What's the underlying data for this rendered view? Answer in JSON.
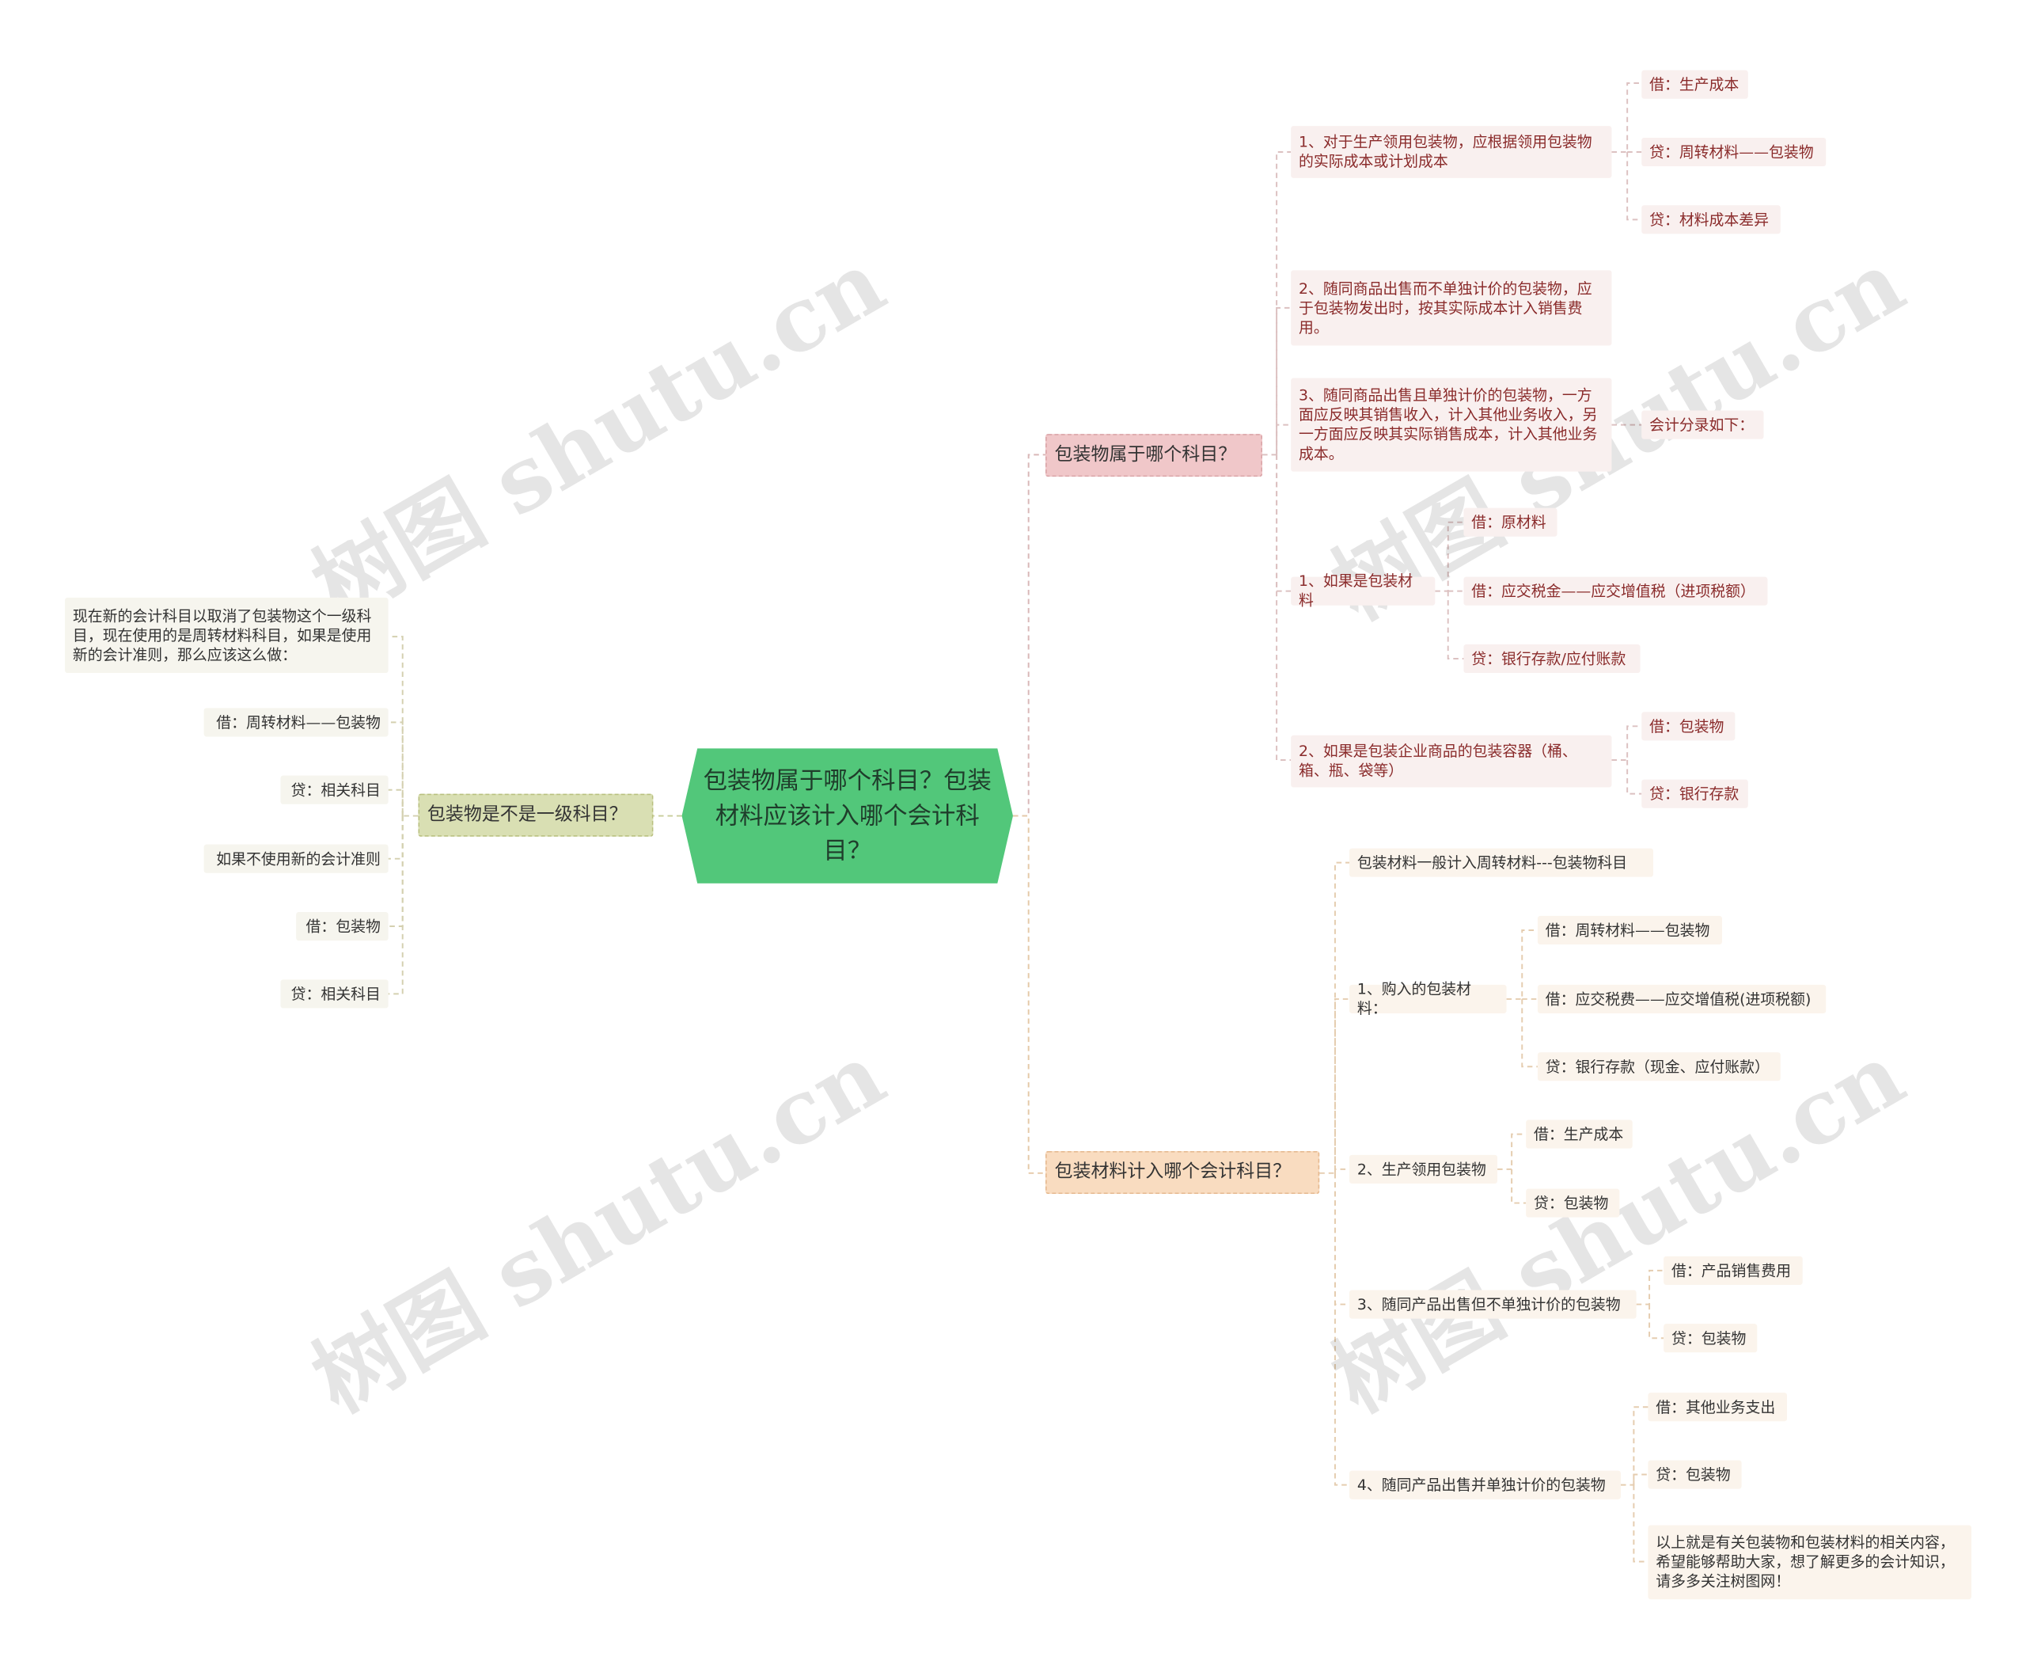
{
  "root": {
    "title": "包装物属于哪个科目？包装材料应该计入哪个会计科目？"
  },
  "watermark": {
    "text": "树图 shutu.cn"
  },
  "colors": {
    "root": "#52c77a",
    "branch1": "#f0c7c9",
    "branch2": "#f9dcc0",
    "branch3": "#d9dfb3",
    "connector": "#d9c7b0"
  },
  "branch1": {
    "label": "包装物属于哪个科目？",
    "items": [
      {
        "label": "1、对于生产领用包装物，应根据领用包装物的实际成本或计划成本",
        "children": [
          "借：生产成本",
          "贷：周转材料——包装物",
          "贷：材料成本差异"
        ]
      },
      {
        "label": "2、随同商品出售而不单独计价的包装物，应于包装物发出时，按其实际成本计入销售费用。"
      },
      {
        "label": "3、随同商品出售且单独计价的包装物，一方面应反映其销售收入，计入其他业务收入，另一方面应反映其实际销售成本，计入其他业务成本。",
        "children": [
          "会计分录如下："
        ]
      },
      {
        "label": "1、如果是包装材料",
        "children": [
          "借：原材料",
          "借：应交税金——应交增值税（进项税额）",
          "贷：银行存款/应付账款"
        ]
      },
      {
        "label": "2、如果是包装企业商品的包装容器（桶、箱、瓶、袋等）",
        "children": [
          "借：包装物",
          "贷：银行存款"
        ]
      }
    ]
  },
  "branch2": {
    "label": "包装材料计入哪个会计科目？",
    "items": [
      {
        "label": "包装材料一般计入周转材料---包装物科目"
      },
      {
        "label": "1、购入的包装材料：",
        "children": [
          "借：周转材料——包装物",
          "借：应交税费——应交增值税(进项税额)",
          "贷：银行存款（现金、应付账款）"
        ]
      },
      {
        "label": "2、生产领用包装物",
        "children": [
          "借：生产成本",
          "贷：包装物"
        ]
      },
      {
        "label": "3、随同产品出售但不单独计价的包装物",
        "children": [
          "借：产品销售费用",
          "贷：包装物"
        ]
      },
      {
        "label": "4、随同产品出售并单独计价的包装物",
        "children": [
          "借：其他业务支出",
          "贷：包装物",
          "以上就是有关包装物和包装材料的相关内容，希望能够帮助大家，想了解更多的会计知识，请多多关注树图网！"
        ]
      }
    ]
  },
  "branch3": {
    "label": "包装物是不是一级科目？",
    "items": [
      "现在新的会计科目以取消了包装物这个一级科目，现在使用的是周转材料科目，如果是使用新的会计准则，那么应该这么做：",
      "借：周转材料——包装物",
      "贷：相关科目",
      "如果不使用新的会计准则",
      "借：包装物",
      "贷：相关科目"
    ]
  }
}
